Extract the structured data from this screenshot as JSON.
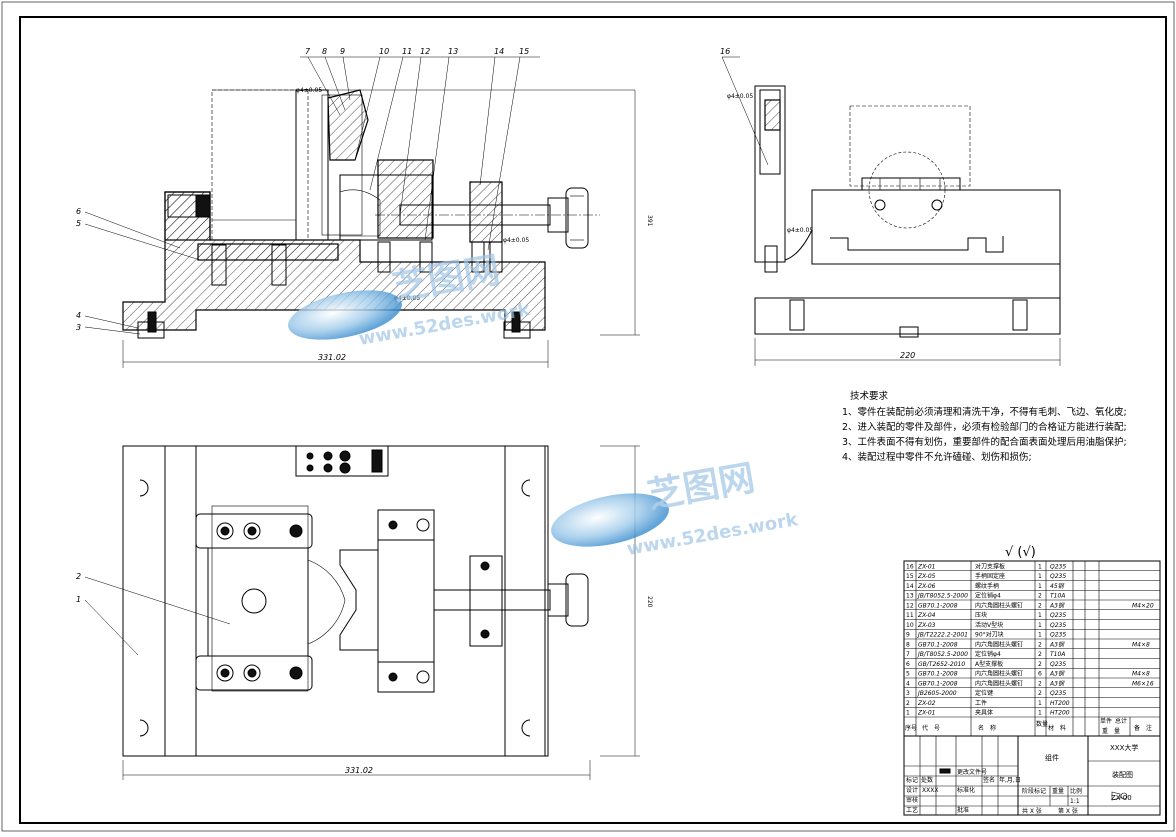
{
  "drawing": {
    "dimensions": {
      "front_width": "331.02",
      "front_height": "391",
      "side_width": "220",
      "plan_width": "331.02",
      "plan_height": "220"
    },
    "tolerance_front": "φ4±0.05",
    "tolerance_side": "φ4±0.05",
    "front_callouts": [
      "7",
      "8",
      "9",
      "10",
      "11",
      "12",
      "13",
      "14",
      "15"
    ],
    "left_callouts": [
      "6",
      "5",
      "4",
      "3"
    ],
    "side_callout": "16",
    "plan_callouts": [
      "2",
      "1"
    ]
  },
  "watermark": {
    "brand": "芝图网",
    "url": "www.52des.work"
  },
  "tech_requirements": {
    "title": "技术要求",
    "items": [
      "1、零件在装配前必须清理和清洗干净，不得有毛刺、飞边、氧化皮;",
      "2、进入装配的零件及部件，必须有检验部门的合格证方能进行装配;",
      "3、工件表面不得有划伤，重要部件的配合面表面处理后用油脂保护;",
      "4、装配过程中零件不允许磕碰、划伤和损伤;"
    ]
  },
  "roughness": "√ (√)",
  "bom": {
    "rows": [
      {
        "no": "16",
        "code": "ZX-01",
        "name": "对刀支撑板",
        "qty": "1",
        "mat": "Q235",
        "note": ""
      },
      {
        "no": "15",
        "code": "ZX-05",
        "name": "手柄固定座",
        "qty": "1",
        "mat": "Q235",
        "note": ""
      },
      {
        "no": "14",
        "code": "ZX-06",
        "name": "螺纹手柄",
        "qty": "1",
        "mat": "45钢",
        "note": ""
      },
      {
        "no": "13",
        "code": "JB/T8052.5-2000",
        "name": "定位销φ4",
        "qty": "2",
        "mat": "T10A",
        "note": ""
      },
      {
        "no": "12",
        "code": "GB70.1-2008",
        "name": "内六角圆柱头螺钉",
        "qty": "2",
        "mat": "A3钢",
        "note": "M4×20"
      },
      {
        "no": "11",
        "code": "ZX-04",
        "name": "压块",
        "qty": "1",
        "mat": "Q235",
        "note": ""
      },
      {
        "no": "10",
        "code": "ZX-03",
        "name": "活动V型块",
        "qty": "1",
        "mat": "Q235",
        "note": ""
      },
      {
        "no": "9",
        "code": "JB/T2222.2-2001",
        "name": "90°对刀块",
        "qty": "1",
        "mat": "Q235",
        "note": ""
      },
      {
        "no": "8",
        "code": "GB70.1-2008",
        "name": "内六角圆柱头螺钉",
        "qty": "2",
        "mat": "A3钢",
        "note": "M4×8"
      },
      {
        "no": "7",
        "code": "JB/T8052.5-2000",
        "name": "定位销φ4",
        "qty": "2",
        "mat": "T10A",
        "note": ""
      },
      {
        "no": "6",
        "code": "GB/T2652-2010",
        "name": "A型支撑板",
        "qty": "2",
        "mat": "Q235",
        "note": ""
      },
      {
        "no": "5",
        "code": "GB70.1-2008",
        "name": "内六角圆柱头螺钉",
        "qty": "6",
        "mat": "A3钢",
        "note": "M4×8"
      },
      {
        "no": "4",
        "code": "GB70.1-2008",
        "name": "内六角圆柱头螺钉",
        "qty": "2",
        "mat": "A3钢",
        "note": "M6×16"
      },
      {
        "no": "3",
        "code": "JB2605-2000",
        "name": "定位键",
        "qty": "2",
        "mat": "Q235",
        "note": ""
      },
      {
        "no": "2",
        "code": "ZX-02",
        "name": "工件",
        "qty": "1",
        "mat": "HT200",
        "note": ""
      },
      {
        "no": "1",
        "code": "ZX-01",
        "name": "夹具体",
        "qty": "1",
        "mat": "HT200",
        "note": ""
      }
    ],
    "header": {
      "no": "序号",
      "code": "代　号",
      "name": "名　称",
      "qty": "数量",
      "mat": "材　料",
      "unit": "单件",
      "total": "总计",
      "weight": "重　量",
      "note": "备　注"
    }
  },
  "title_block": {
    "group": "组件",
    "school": "XXX大学",
    "drawing_name": "装配图",
    "drawing_no": "ZX-00",
    "scale": "1:1",
    "scale_label": "比例",
    "weight_label": "重量",
    "stage_label": "阶段标记",
    "mark": "标记",
    "count": "处数",
    "sign": "签名",
    "date": "年,月,日",
    "design": "设计",
    "designer": "XXXX",
    "standardize": "标准化",
    "check": "审核",
    "process": "工艺",
    "approve": "批准",
    "change_doc": "更改文件号",
    "sheets": "共 X 张",
    "sheet": "第 X 张"
  }
}
